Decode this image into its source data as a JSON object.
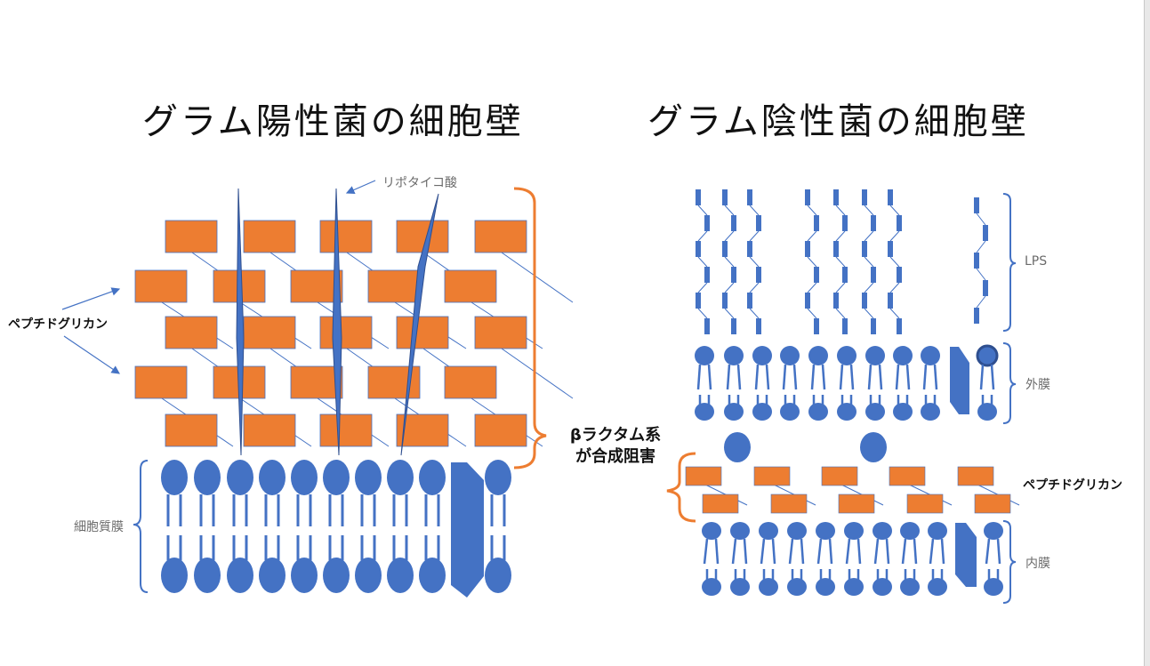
{
  "titles": {
    "gram_positive": "グラム陽性菌の細胞壁",
    "gram_negative": "グラム陰性菌の細胞壁"
  },
  "labels": {
    "lipoteichoic_acid": "リポタイコ酸",
    "peptidoglycan_left": "ペプチドグリカン",
    "cytoplasmic_membrane": "細胞質膜",
    "lps": "LPS",
    "outer_membrane": "外膜",
    "peptidoglycan_right": "ペプチドグリカン",
    "inner_membrane": "内膜",
    "beta_lactam_line1": "βラクタム系",
    "beta_lactam_line2": "が合成阻害"
  },
  "colors": {
    "peptidoglycan": "#ED7D31",
    "membrane": "#4472C4",
    "bracket_orange": "#ED7D31",
    "bracket_blue": "#4472C4",
    "text_gray": "#6b6b6b"
  }
}
